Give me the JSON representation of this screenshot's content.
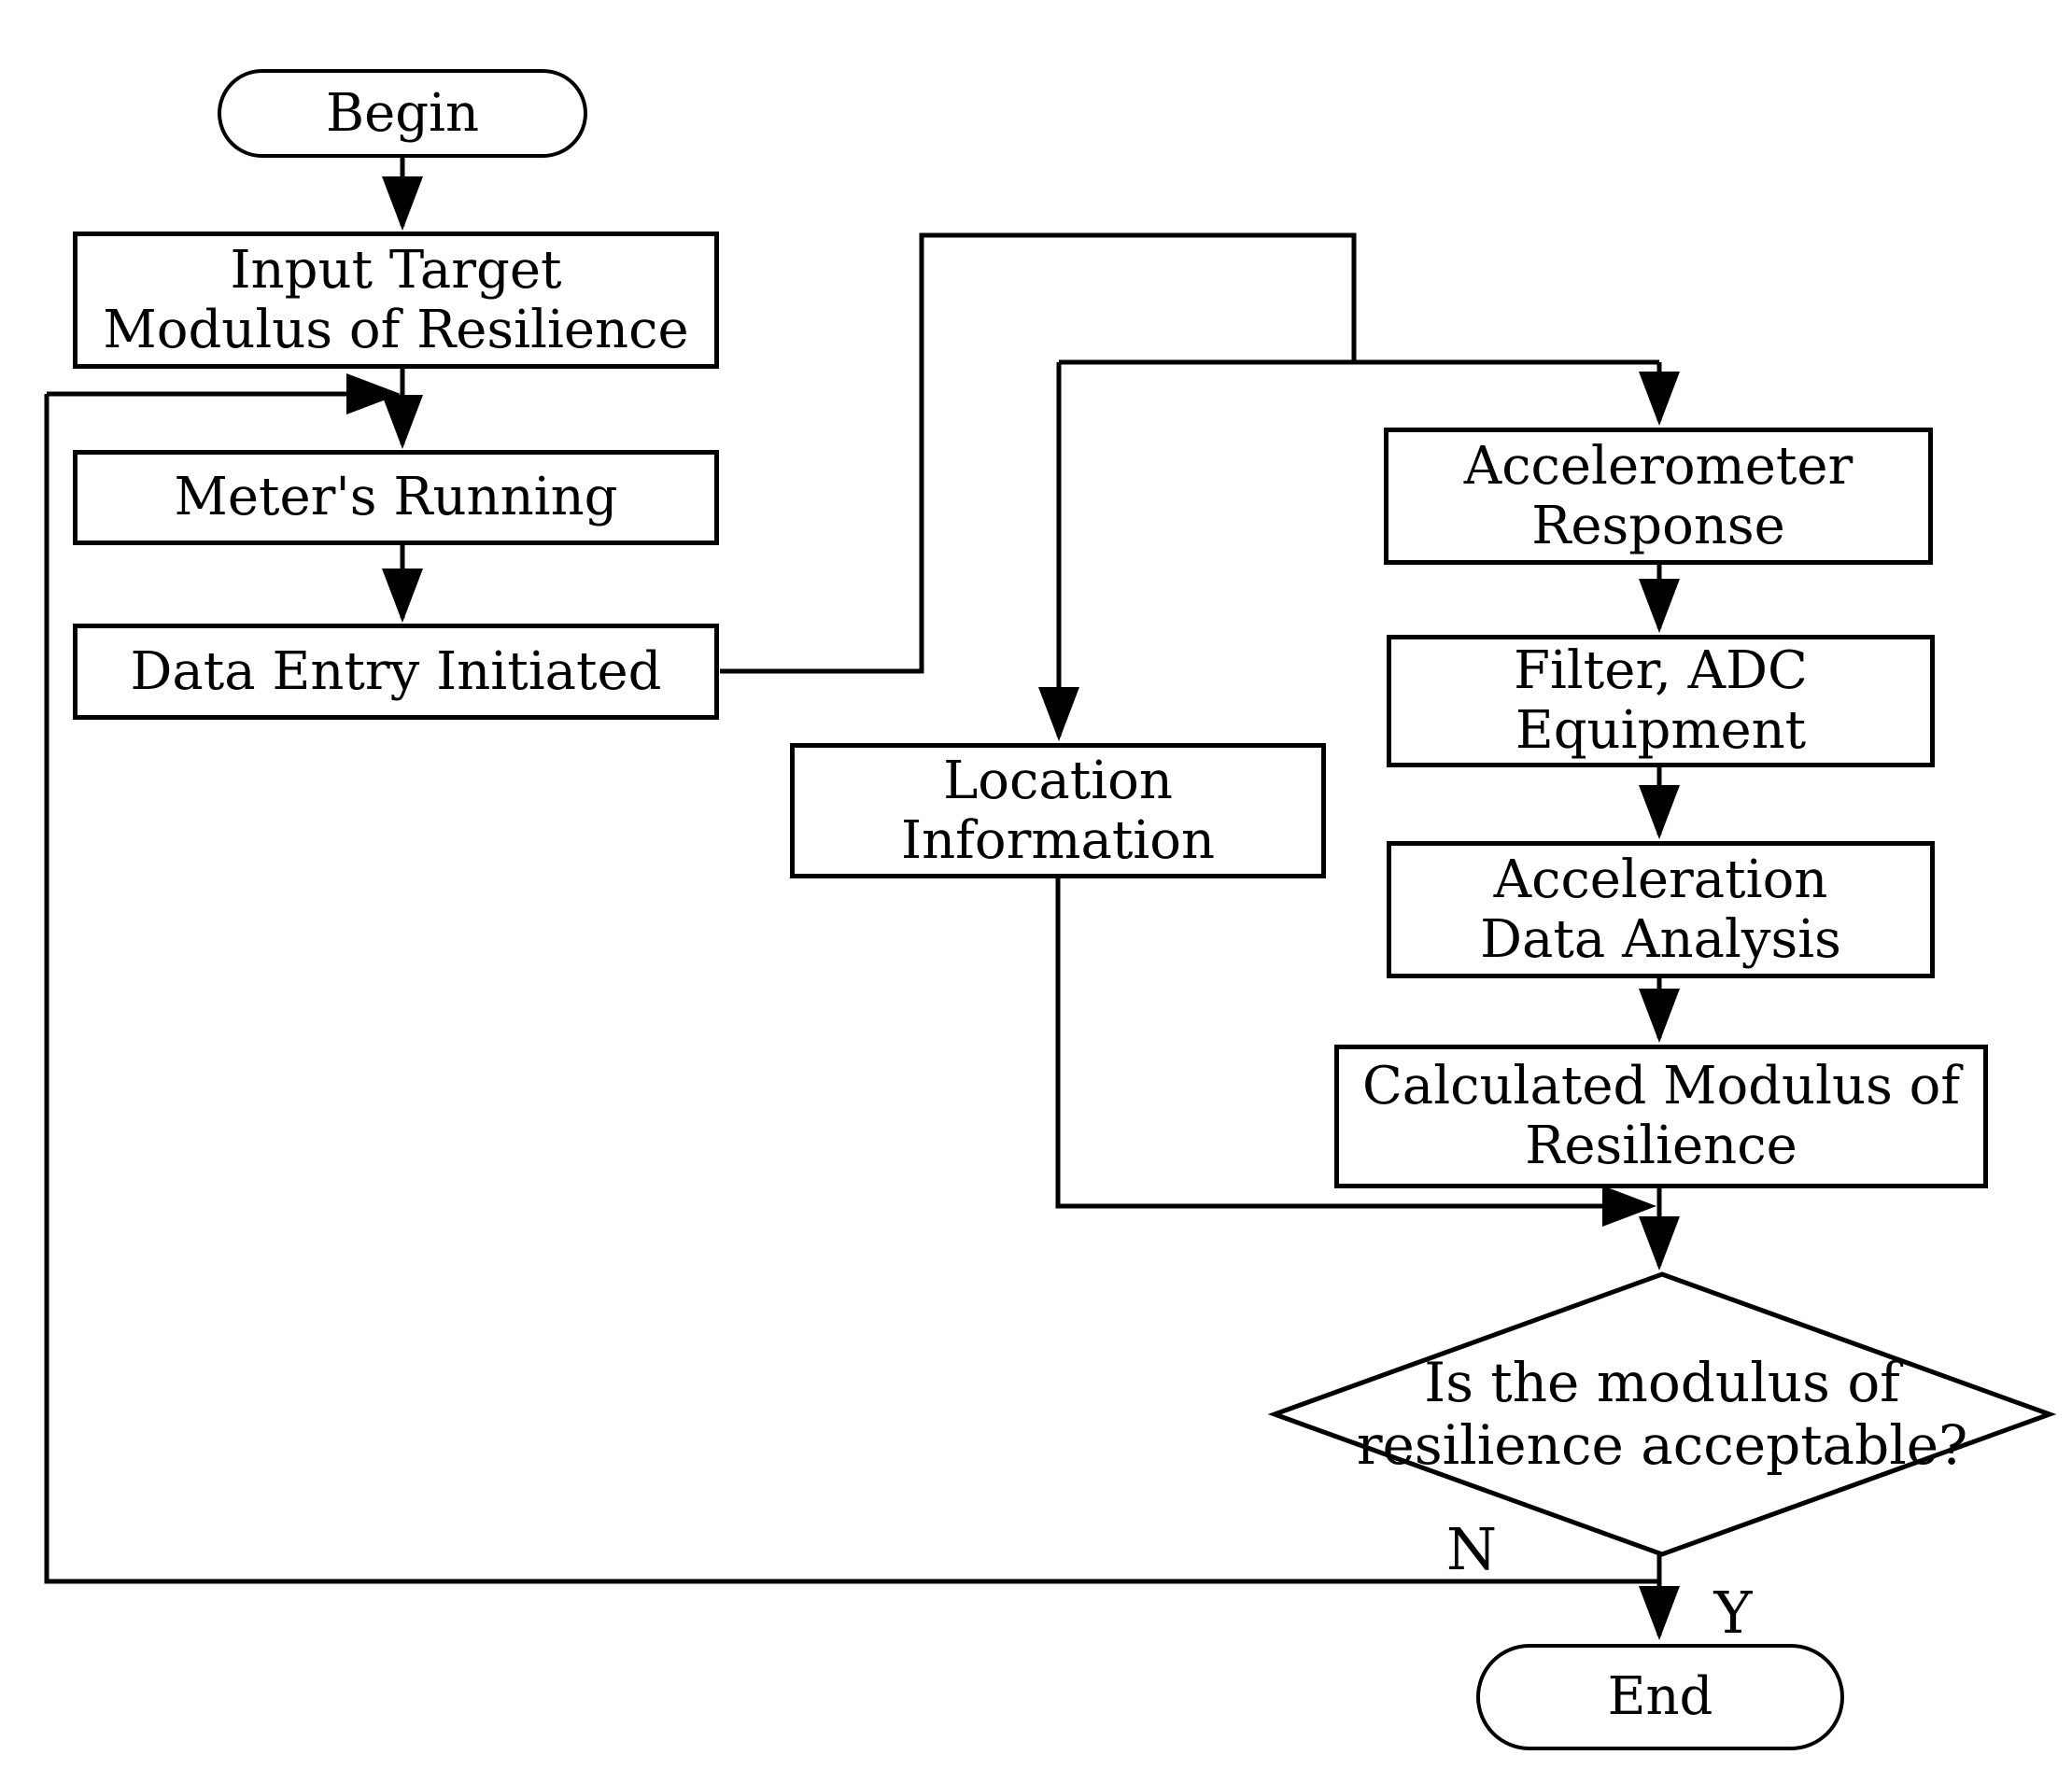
{
  "colors": {
    "line": "#000000",
    "background": "#ffffff",
    "text": "#000000"
  },
  "nodes": {
    "begin": {
      "label": "Begin"
    },
    "input_target": {
      "line1": "Input Target",
      "line2": "Modulus of Resilience"
    },
    "meters_running": {
      "label": "Meter's Running"
    },
    "data_entry": {
      "label": "Data Entry Initiated"
    },
    "location_info": {
      "line1": "Location",
      "line2": "Information"
    },
    "accelerometer": {
      "line1": "Accelerometer",
      "line2": "Response"
    },
    "filter_adc": {
      "line1": "Filter, ADC",
      "line2": "Equipment"
    },
    "accel_analysis": {
      "line1": "Acceleration",
      "line2": "Data Analysis"
    },
    "calc_modulus": {
      "line1": "Calculated Modulus of",
      "line2": "Resilience"
    },
    "decision": {
      "line1": "Is the modulus of",
      "line2": "resilience acceptable?"
    },
    "end": {
      "label": "End"
    }
  },
  "edges": {
    "no_label": "N",
    "yes_label": "Y"
  }
}
